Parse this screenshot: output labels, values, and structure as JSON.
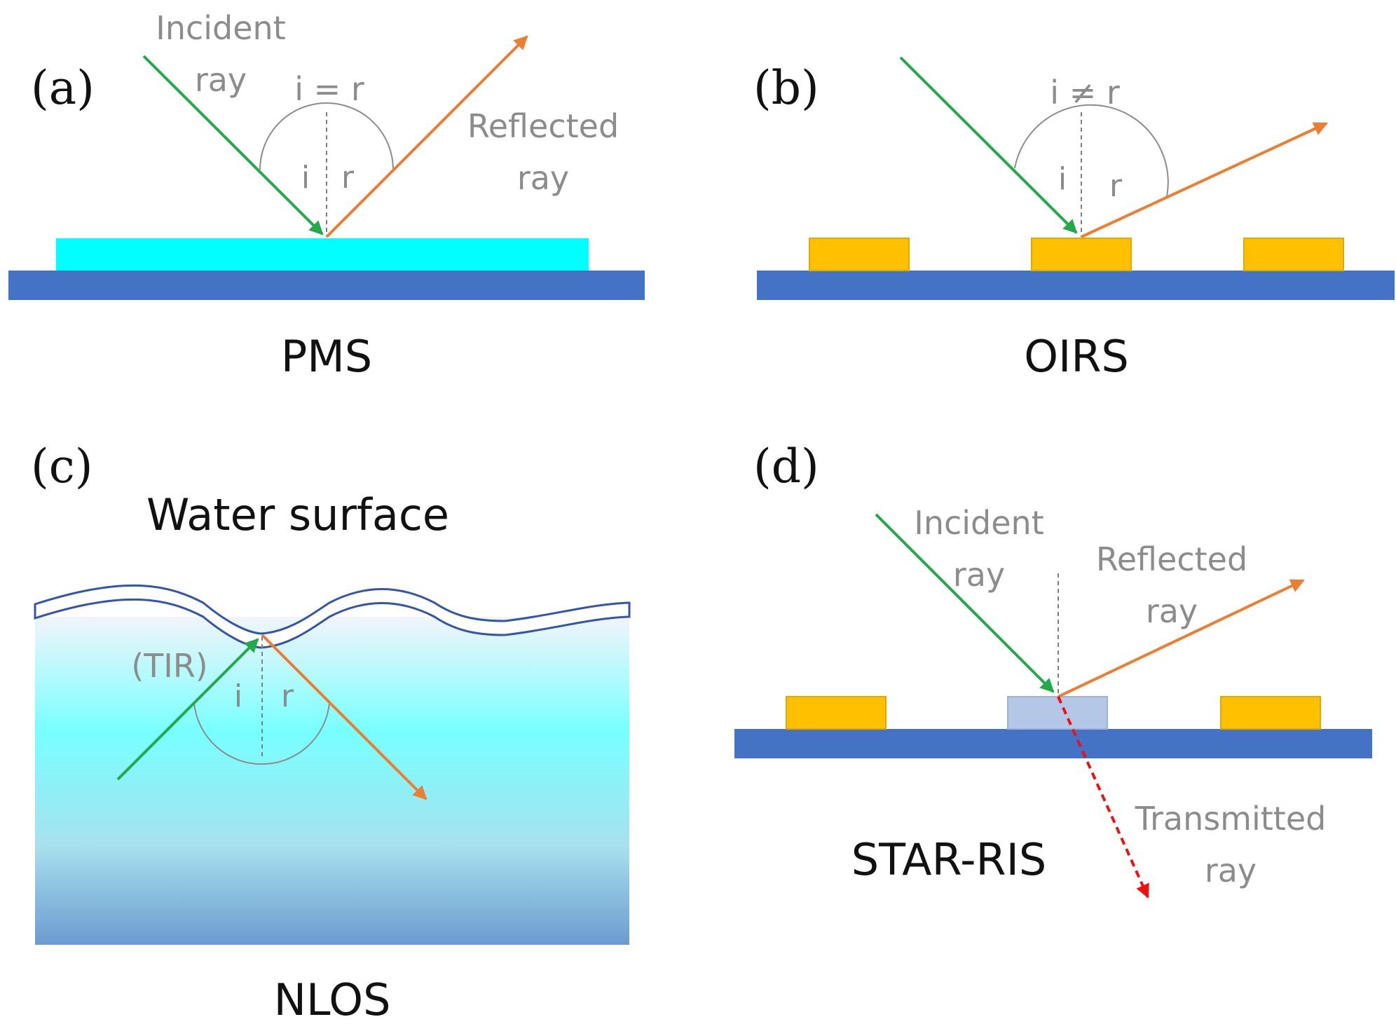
{
  "colors": {
    "substrate": "#4472c4",
    "pms_layer": "#00ffff",
    "ris_element": "#ffc000",
    "star_element": "#b4c7e7",
    "incident": "#22aa4a",
    "reflected": "#ed7d31",
    "transmitted": "#ee1111",
    "water_top": "#f2f4fb",
    "water_mid": "#77ffff",
    "water_bottom": "#6b9bd0",
    "wave_outline": "#3355aa"
  },
  "panel_a": {
    "letter": "(a)",
    "caption": "PMS",
    "incident_line1": "Incident",
    "incident_line2": "ray",
    "equation": "i = r",
    "reflected_line1": "Reflected",
    "reflected_line2": "ray",
    "angle_i": "i",
    "angle_r": "r"
  },
  "panel_b": {
    "letter": "(b)",
    "caption": "OIRS",
    "equation": "i ≠ r",
    "angle_i": "i",
    "angle_r": "r"
  },
  "panel_c": {
    "letter": "(c)",
    "title": "Water surface",
    "caption": "NLOS",
    "tir": "(TIR)",
    "angle_i": "i",
    "angle_r": "r"
  },
  "panel_d": {
    "letter": "(d)",
    "caption": "STAR-RIS",
    "incident_line1": "Incident",
    "incident_line2": "ray",
    "reflected_line1": "Reflected",
    "reflected_line2": "ray",
    "transmitted_line1": "Transmitted",
    "transmitted_line2": "ray"
  }
}
